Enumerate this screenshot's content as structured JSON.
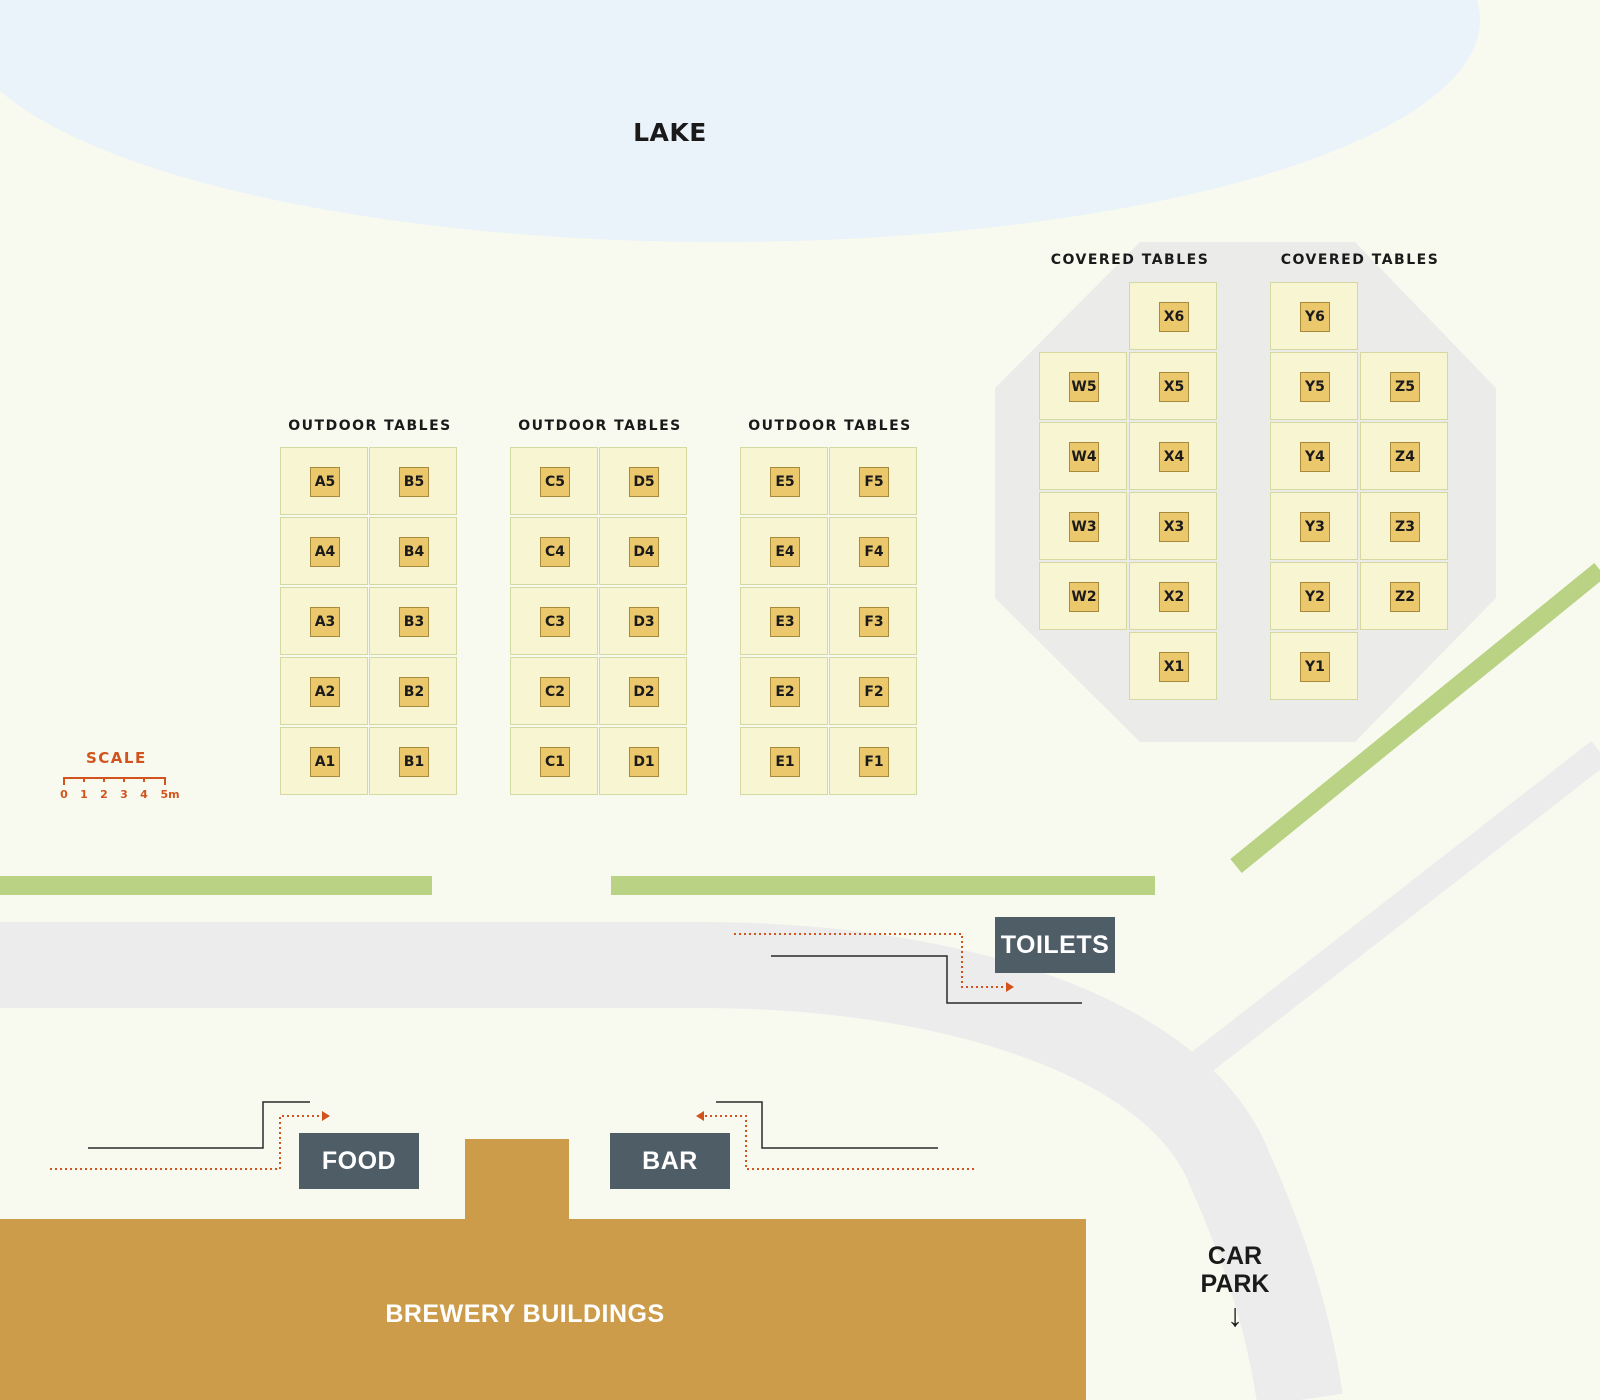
{
  "lake_label": "LAKE",
  "sections": {
    "outdoor_ab": "OUTDOOR TABLES",
    "outdoor_cd": "OUTDOOR TABLES",
    "outdoor_ef": "OUTDOOR TABLES",
    "covered_wx": "COVERED TABLES",
    "covered_yz": "COVERED TABLES"
  },
  "tables": {
    "A": [
      "A5",
      "A4",
      "A3",
      "A2",
      "A1"
    ],
    "B": [
      "B5",
      "B4",
      "B3",
      "B2",
      "B1"
    ],
    "C": [
      "C5",
      "C4",
      "C3",
      "C2",
      "C1"
    ],
    "D": [
      "D5",
      "D4",
      "D3",
      "D2",
      "D1"
    ],
    "E": [
      "E5",
      "E4",
      "E3",
      "E2",
      "E1"
    ],
    "F": [
      "F5",
      "F4",
      "F3",
      "F2",
      "F1"
    ],
    "W": [
      "W5",
      "W4",
      "W3",
      "W2"
    ],
    "X": [
      "X6",
      "X5",
      "X4",
      "X3",
      "X2",
      "X1"
    ],
    "Y": [
      "Y6",
      "Y5",
      "Y4",
      "Y3",
      "Y2",
      "Y1"
    ],
    "Z": [
      "Z5",
      "Z4",
      "Z3",
      "Z2"
    ]
  },
  "scale": {
    "title": "SCALE",
    "ticks": [
      "0",
      "1",
      "2",
      "3",
      "4",
      "5m"
    ]
  },
  "signs": {
    "toilets": "TOILETS",
    "food": "FOOD",
    "bar": "BAR"
  },
  "brewery_label": "BREWERY BUILDINGS",
  "car_park": {
    "line1": "CAR",
    "line2": "PARK",
    "arrow": "↓"
  },
  "colors": {
    "background": "#f8faf0",
    "lake": "#eaf3fa",
    "path": "#ececec",
    "hedge": "#b9d283",
    "table_cell": "#f8f6d2",
    "table_tag": "#ebc86c",
    "brewery": "#cc9c4a",
    "sign": "#4f5d66",
    "route": "#d2541c"
  }
}
